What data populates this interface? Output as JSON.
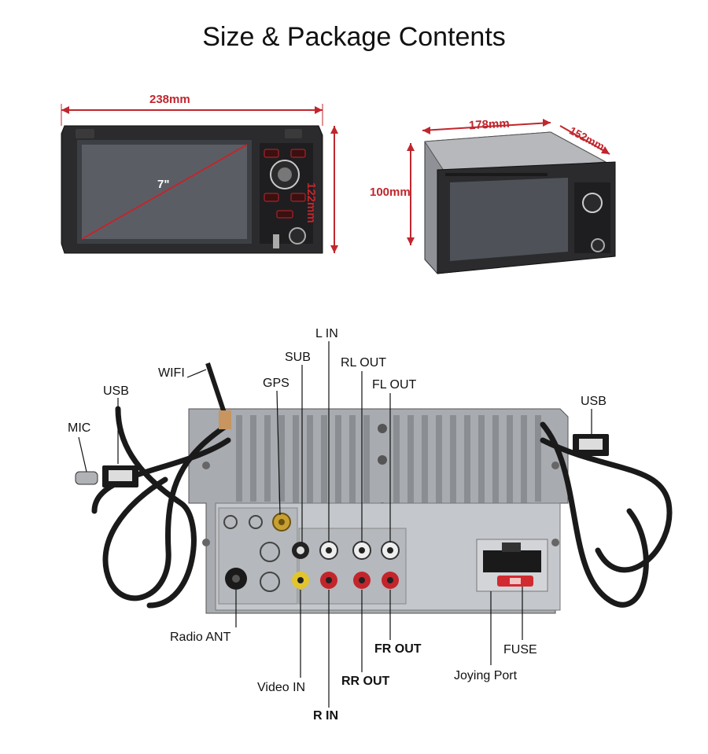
{
  "page": {
    "title": "Size & Package Contents"
  },
  "front_view": {
    "width_label": "238mm",
    "height_label": "122mm",
    "screen_size_label": "7\""
  },
  "side_view": {
    "width_label": "178mm",
    "depth_label": "152mm",
    "height_label": "100mm"
  },
  "connectors": {
    "wifi": "WIFI",
    "usb_left": "USB",
    "mic": "MIC",
    "gps": "GPS",
    "sub": "SUB",
    "l_in": "L IN",
    "rl_out": "RL OUT",
    "fl_out": "FL OUT",
    "usb_right": "USB",
    "radio_ant": "Radio ANT",
    "video_in": "Video IN",
    "r_in": "R IN",
    "rr_out": "RR OUT",
    "fr_out": "FR OUT",
    "joying_port": "Joying Port",
    "fuse": "FUSE"
  },
  "colors": {
    "dimension": "#c0262d",
    "panel": "#b9bcc0",
    "cable": "#1a1a1a"
  }
}
